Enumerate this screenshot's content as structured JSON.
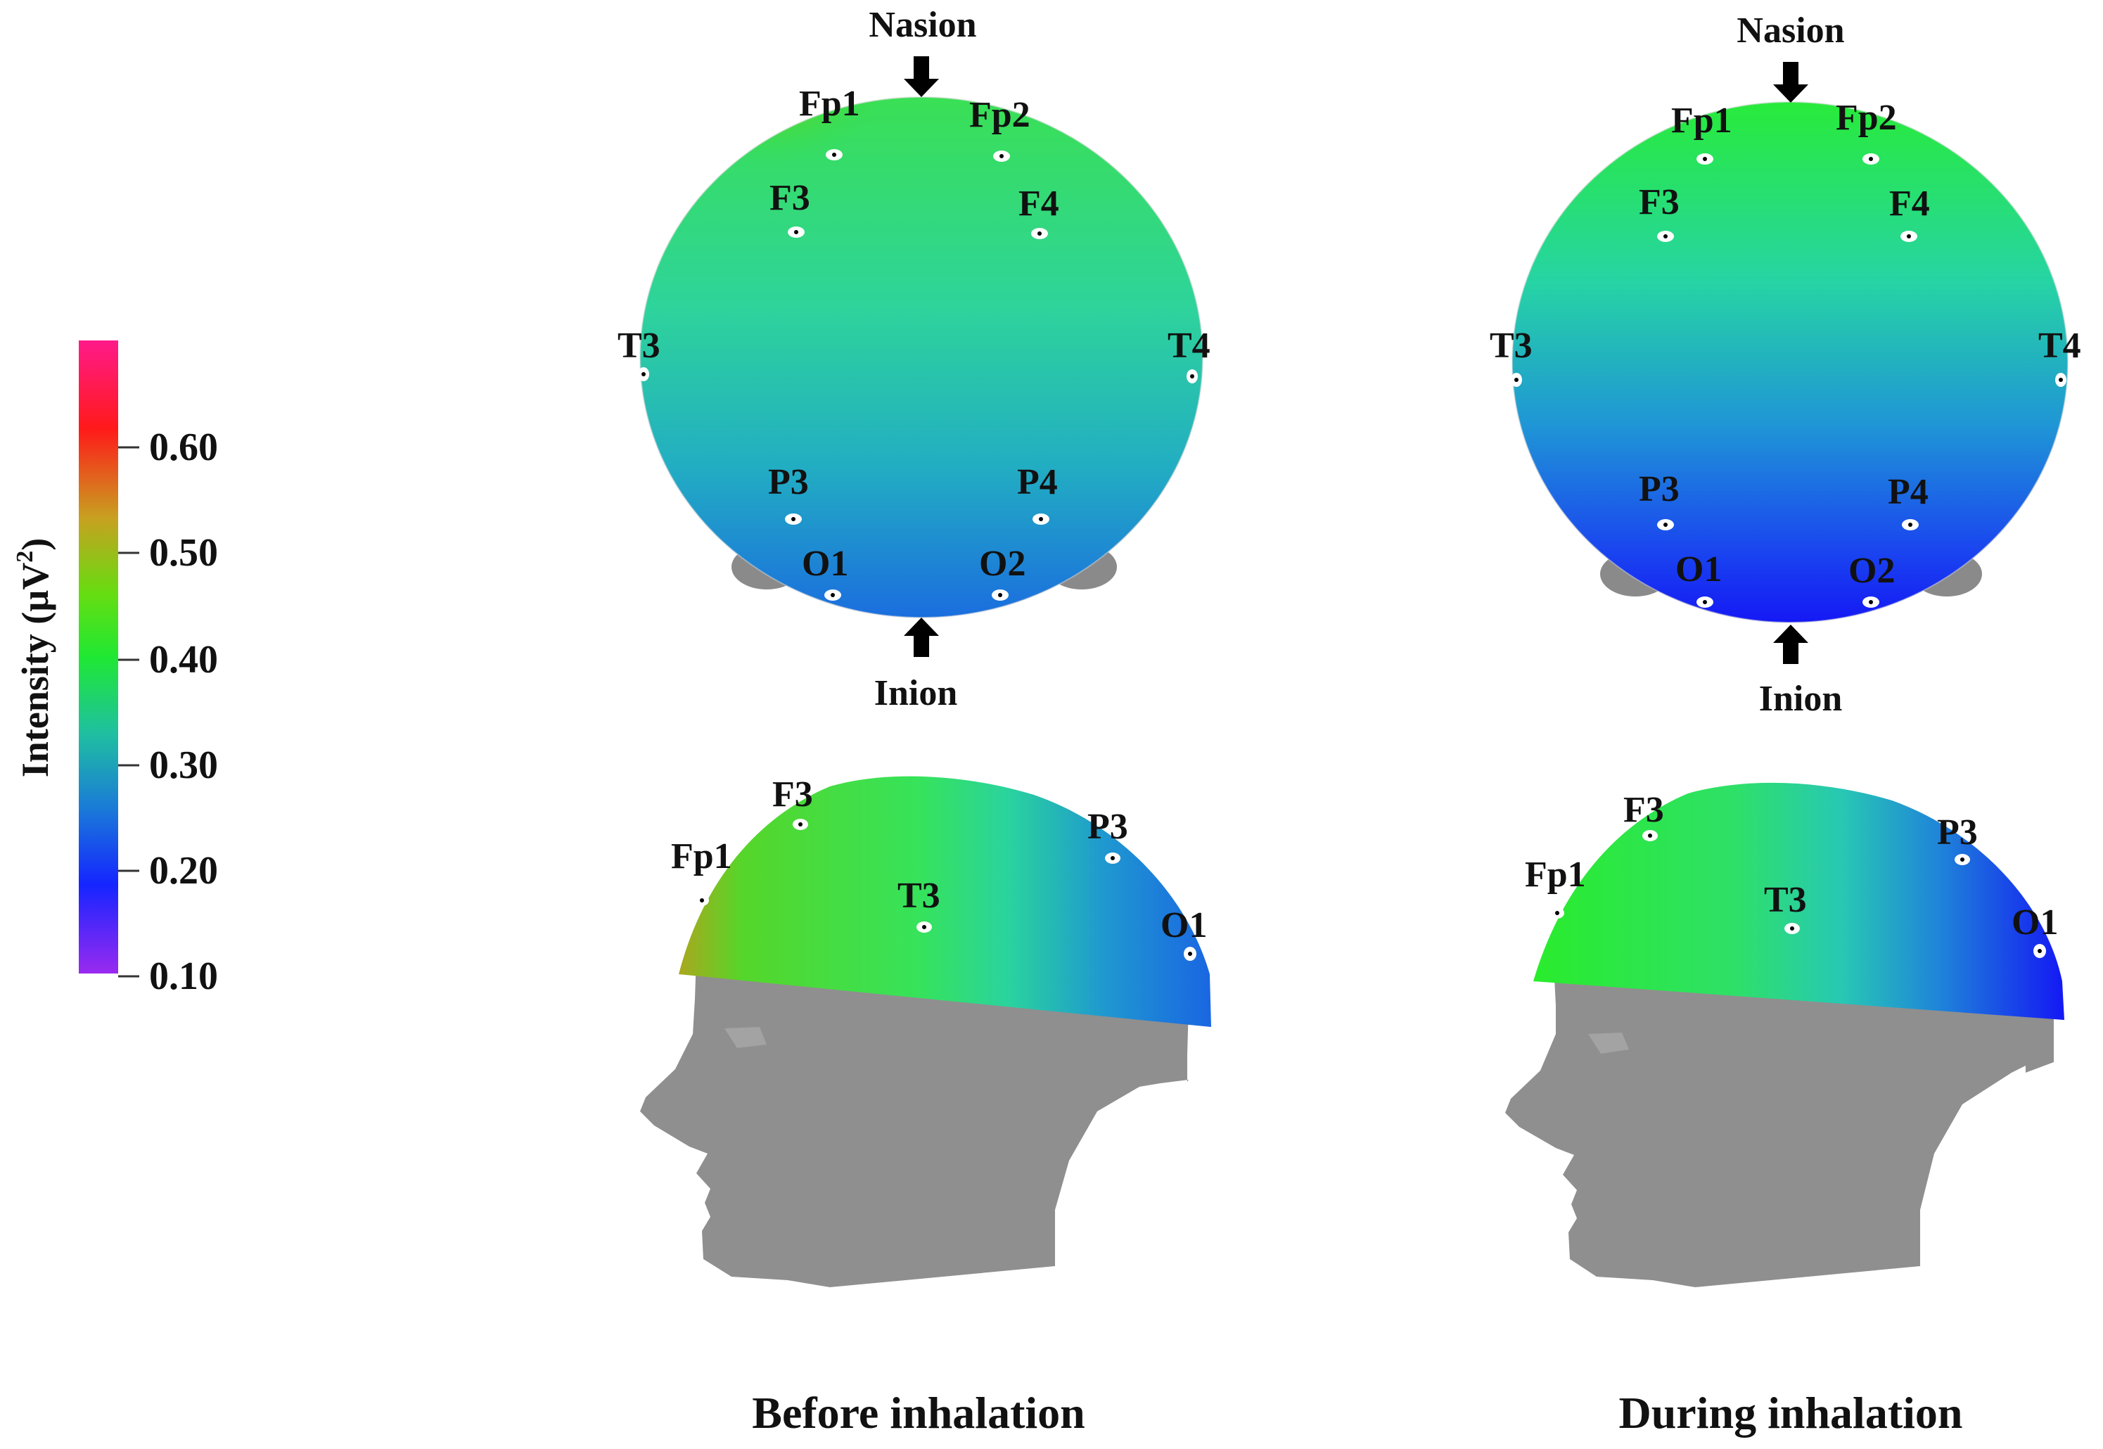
{
  "colorbar": {
    "title": "Intensity (µV",
    "title_sup": "2",
    "title_close": ")",
    "ticks": [
      "0.60",
      "0.50",
      "0.40",
      "0.30",
      "0.20",
      "0.10"
    ],
    "colors": [
      "#ff0f6e",
      "#ff1a1a",
      "#c8a020",
      "#66dd11",
      "#1fe833",
      "#1fc0a0",
      "#1a7ad8",
      "#1525ff",
      "#9a2af0"
    ]
  },
  "panels": [
    {
      "caption": "Before inhalation",
      "top_view": {
        "nasion": "Nasion",
        "inion": "Inion",
        "electrodes": [
          "Fp1",
          "Fp2",
          "F3",
          "F4",
          "T3",
          "T4",
          "P3",
          "P4",
          "O1",
          "O2"
        ]
      },
      "side_view": {
        "electrodes": [
          "Fp1",
          "F3",
          "T3",
          "P3",
          "O1"
        ]
      }
    },
    {
      "caption": "During inhalation",
      "top_view": {
        "nasion": "Nasion",
        "inion": "Inion",
        "electrodes": [
          "Fp1",
          "Fp2",
          "F3",
          "F4",
          "T3",
          "T4",
          "P3",
          "P4",
          "O1",
          "O2"
        ]
      },
      "side_view": {
        "electrodes": [
          "Fp1",
          "F3",
          "T3",
          "P3",
          "O1"
        ]
      }
    }
  ]
}
